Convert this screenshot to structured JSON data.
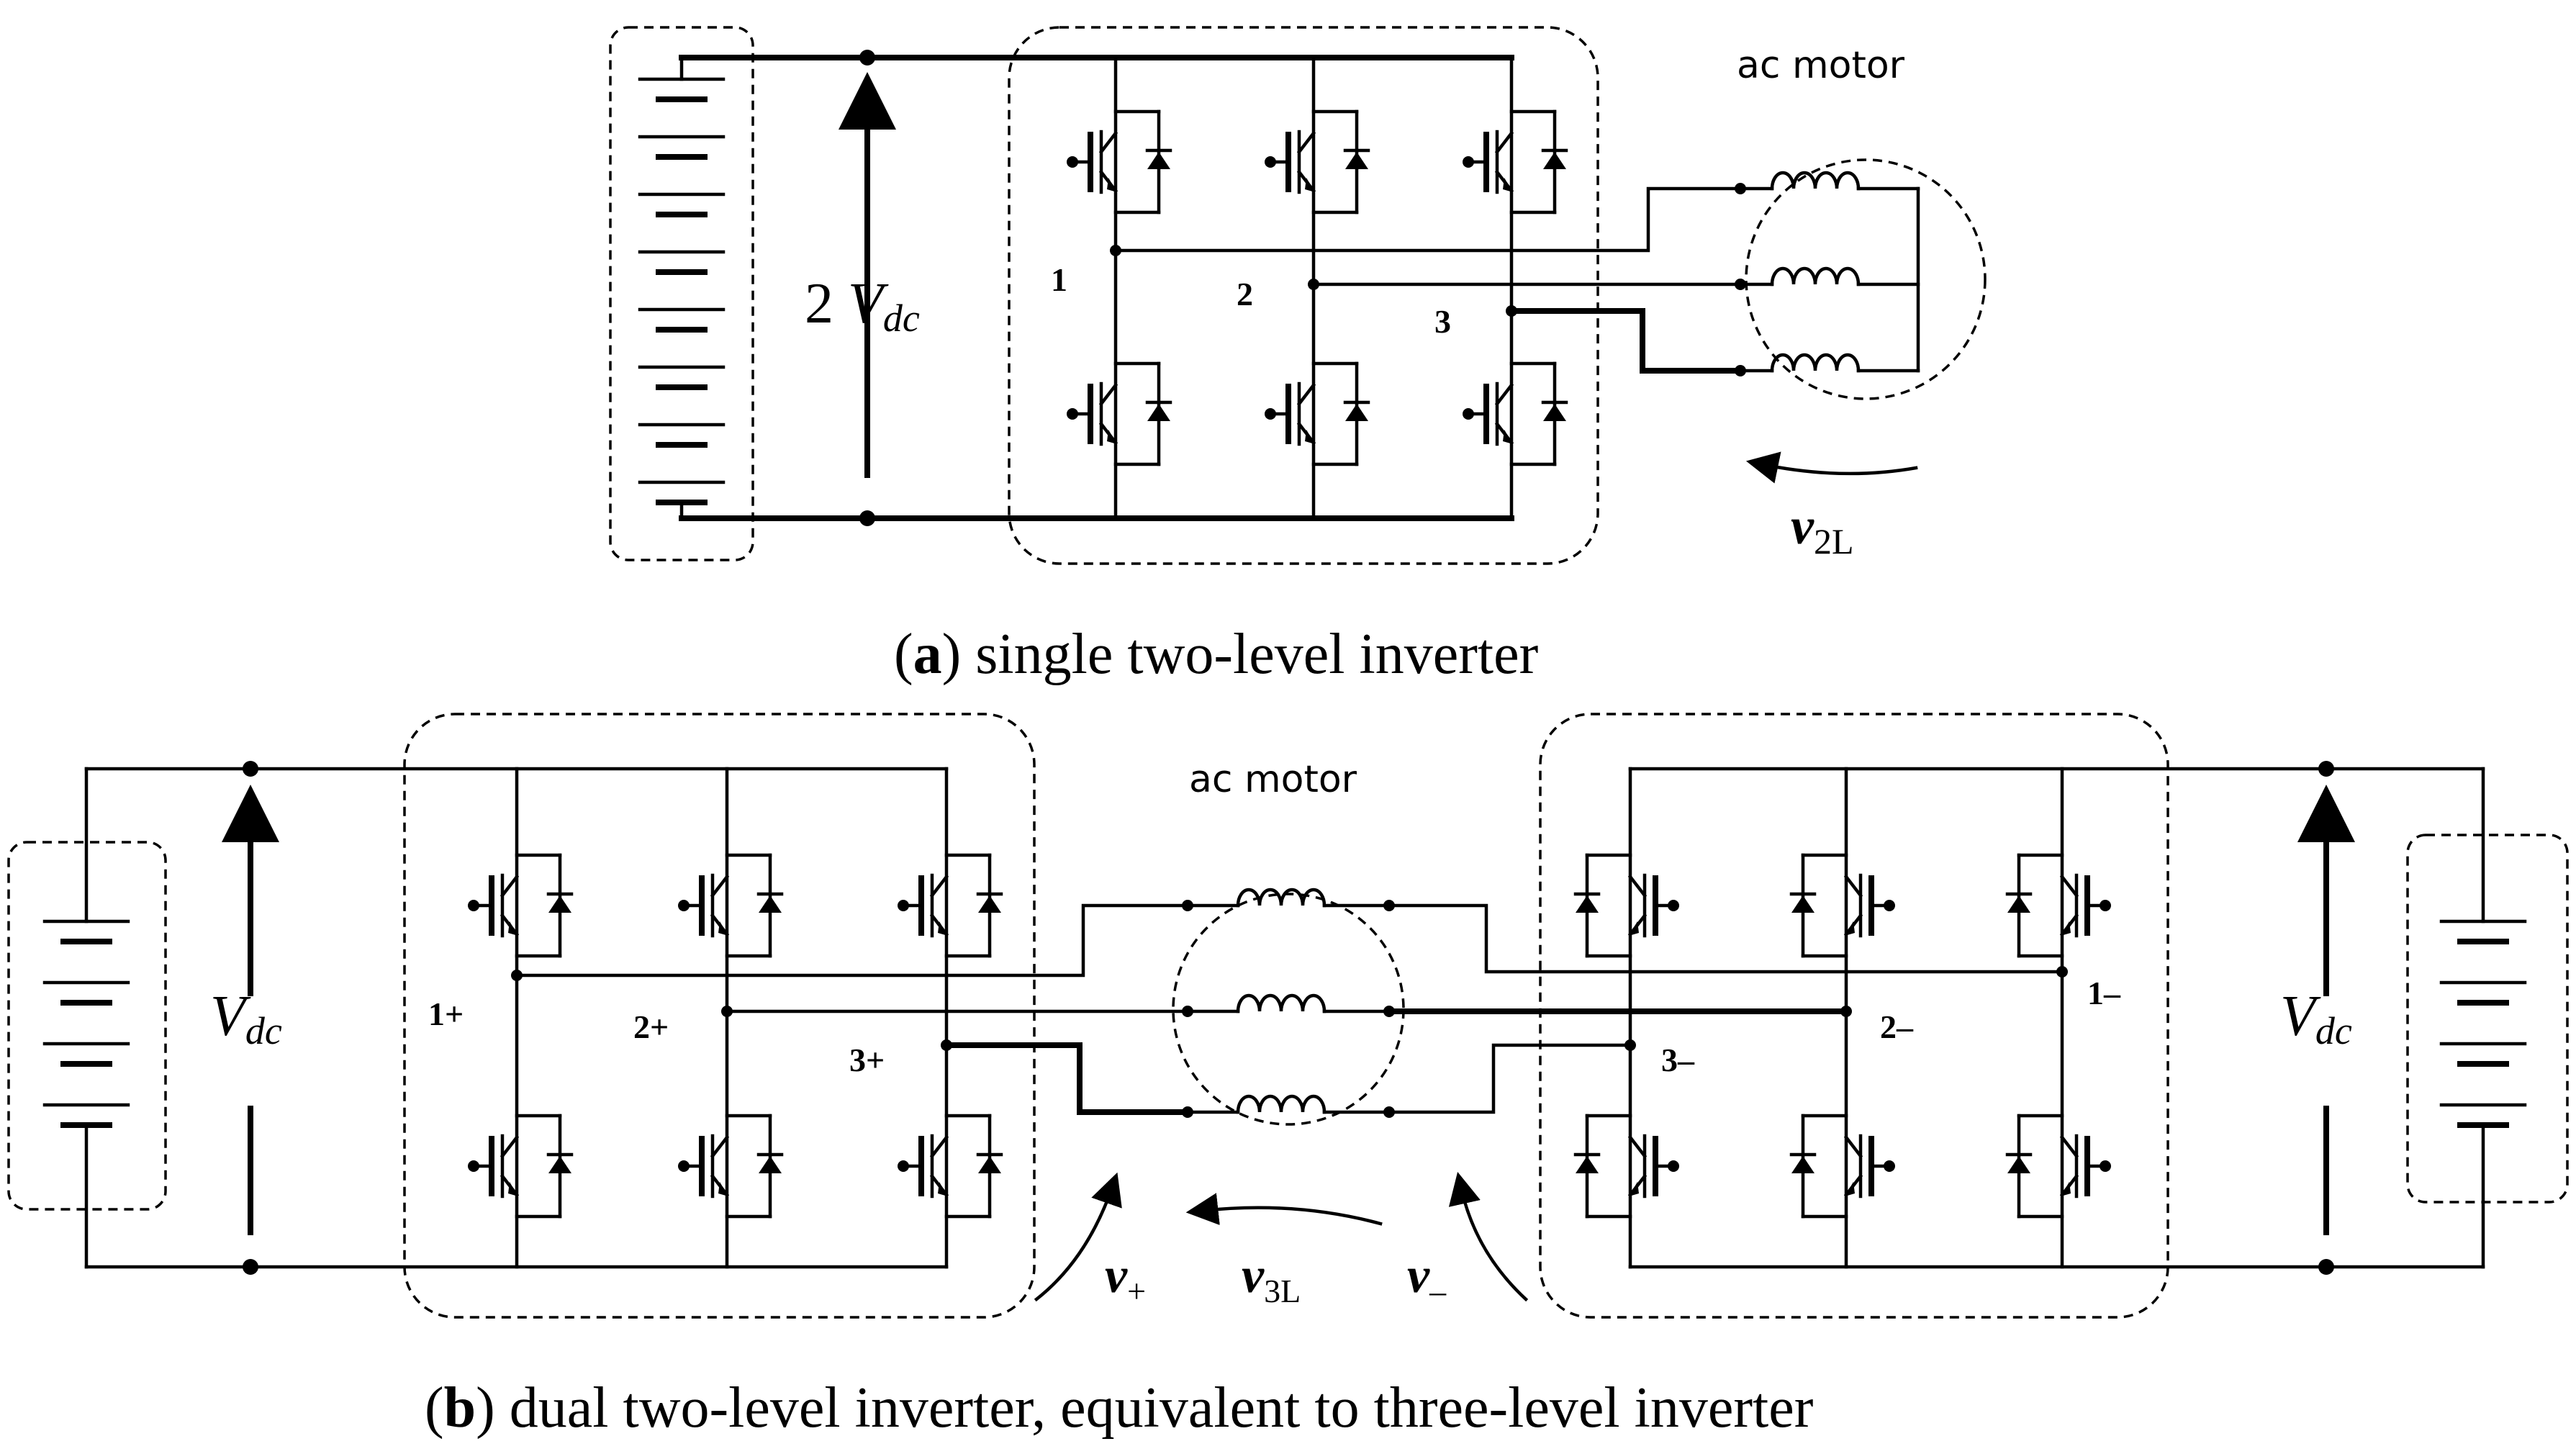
{
  "panel_a": {
    "motor_label": "ac motor",
    "dc_voltage": {
      "coef": "2 ",
      "var": "V",
      "sub": "dc"
    },
    "nodes": [
      "1",
      "2",
      "3"
    ],
    "output_voltage": {
      "var": "v",
      "sub": "2L"
    },
    "caption": {
      "letter": "a",
      "text": ") single two-level inverter"
    }
  },
  "panel_b": {
    "motor_label": "ac motor",
    "left_dc_voltage": {
      "var": "V",
      "sub": "dc"
    },
    "right_dc_voltage": {
      "var": "V",
      "sub": "dc"
    },
    "left_nodes": [
      "1+",
      "2+",
      "3+"
    ],
    "right_nodes": [
      "1–",
      "2–",
      "3–"
    ],
    "voltage_plus": {
      "var": "v",
      "sub": "+"
    },
    "voltage_3l": {
      "var": "v",
      "sub": "3L"
    },
    "voltage_minus": {
      "var": "v",
      "sub": "–"
    },
    "caption": {
      "letter": "b",
      "text": ") dual two-level inverter, equivalent to three-level inverter"
    }
  }
}
